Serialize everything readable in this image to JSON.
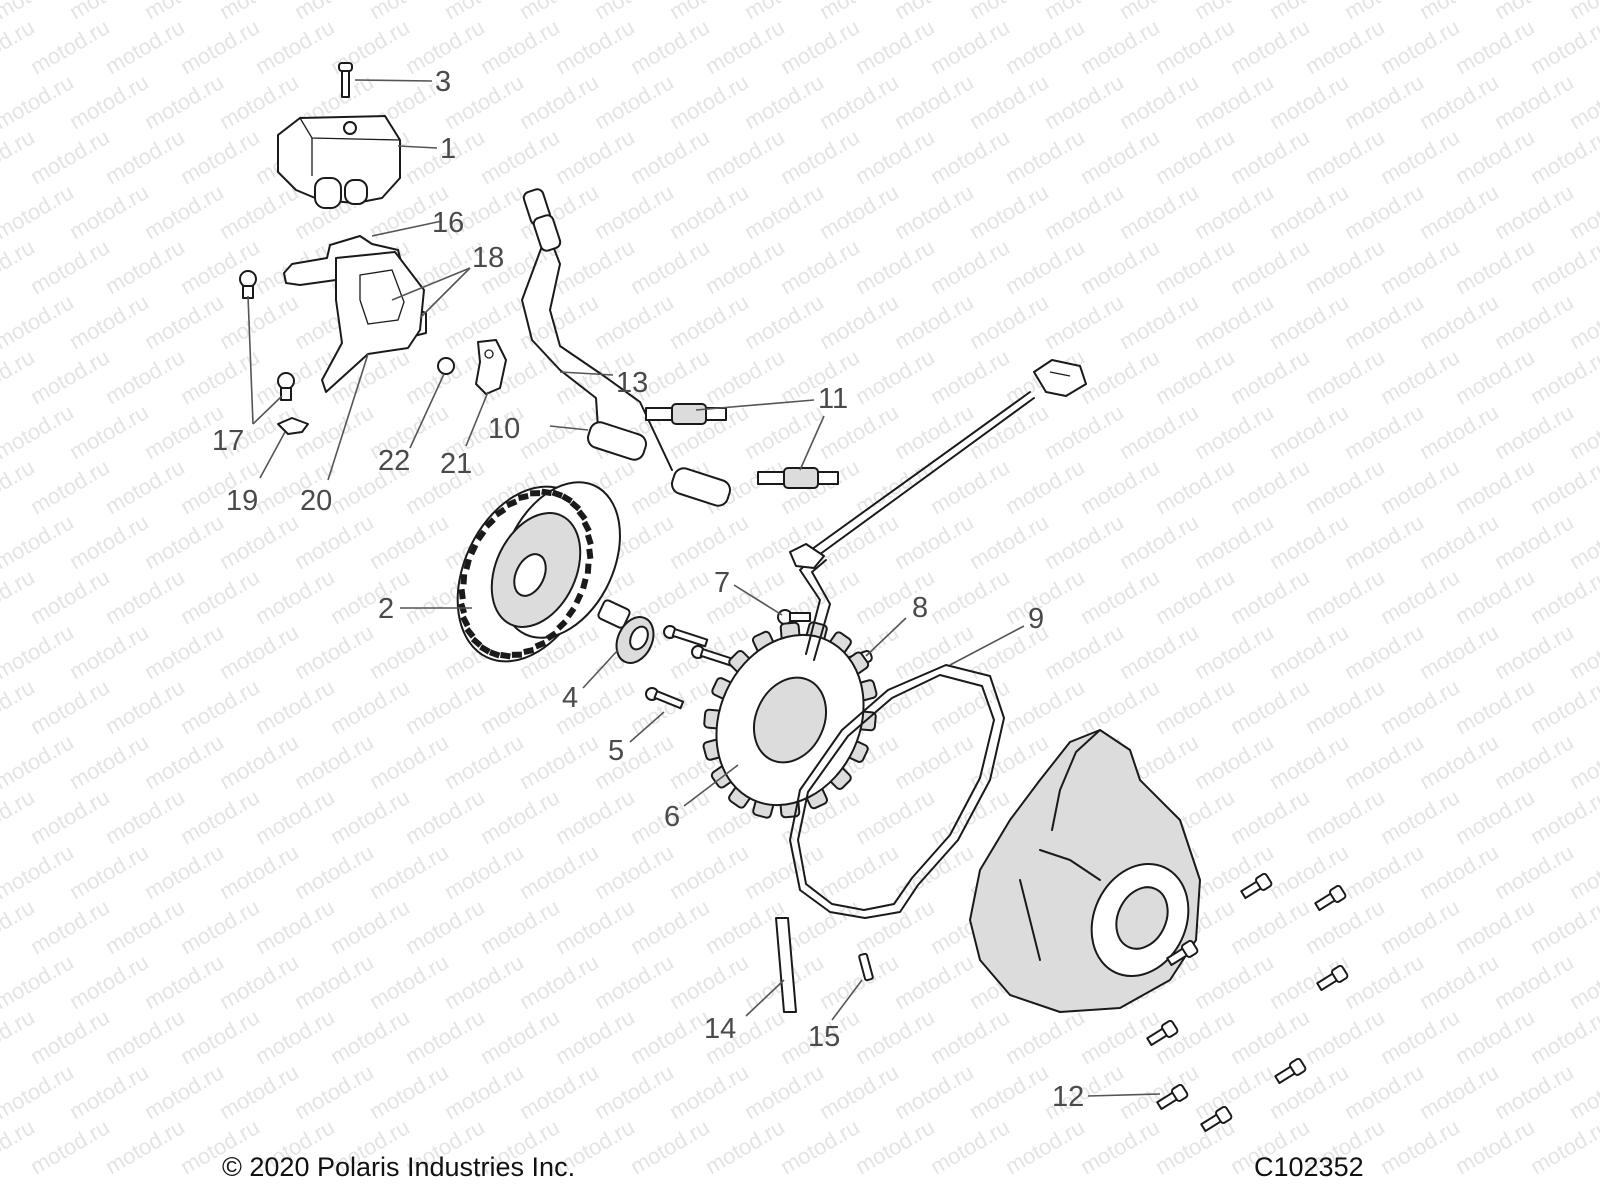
{
  "watermark": "motod.ru",
  "callouts": [
    "3",
    "1",
    "16",
    "18",
    "13",
    "11",
    "10",
    "17",
    "22",
    "21",
    "19",
    "20",
    "2",
    "7",
    "8",
    "9",
    "4",
    "5",
    "6",
    "14",
    "15",
    "12"
  ],
  "footer": {
    "copyright": "© 2020 Polaris Industries Inc.",
    "drawing_id": "C102352"
  }
}
